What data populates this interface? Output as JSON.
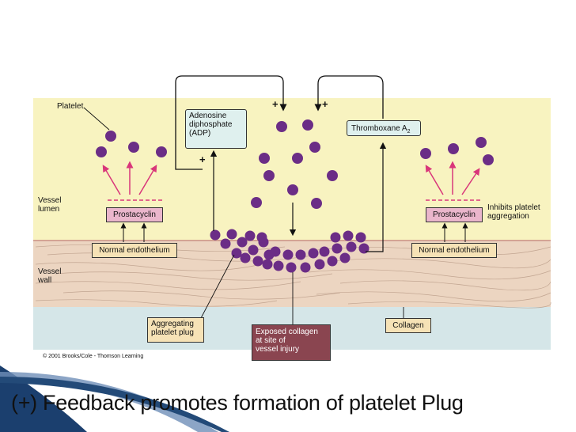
{
  "labels": {
    "platelet": "Platelet",
    "vessel_lumen": "Vessel\nlumen",
    "vessel_wall": "Vessel\nwall",
    "adp": "Adenosine\ndiphosphate\n(ADP)",
    "thromboxane": "Thromboxane A",
    "thromboxane_sub": "2",
    "prostacyclin_left": "Prostacyclin",
    "prostacyclin_right": "Prostacyclin",
    "inhibits": "Inhibits platelet\naggregation",
    "normal_endothelium_left": "Normal endothelium",
    "normal_endothelium_right": "Normal endothelium",
    "aggregating_plug": "Aggregating\nplatelet plug",
    "exposed_collagen": "Exposed collagen\nat site of\nvessel injury",
    "collagen": "Collagen",
    "copyright": "© 2001 Brooks/Cole - Thomson Learning",
    "plus_1": "+",
    "plus_2": "+",
    "plus_3": "+"
  },
  "caption": "(+) Feedback promotes formation of platelet Plug",
  "colors": {
    "lumen": "#f8f3c0",
    "wall": "#ecd5c1",
    "collagen_layer": "#d5e6e8",
    "platelet": "#6b2d86",
    "prostacyclin_box": "#eab6cc",
    "endothelium_box": "#f6e2b6",
    "adp_box": "#dff0ee",
    "exposed_box": "#8a4550",
    "arrow_pink": "#d9367a",
    "caption_blue": "#1b3f6e"
  },
  "icons": [
    "platelet-dot",
    "arrow",
    "feedback-loop-arrow"
  ]
}
